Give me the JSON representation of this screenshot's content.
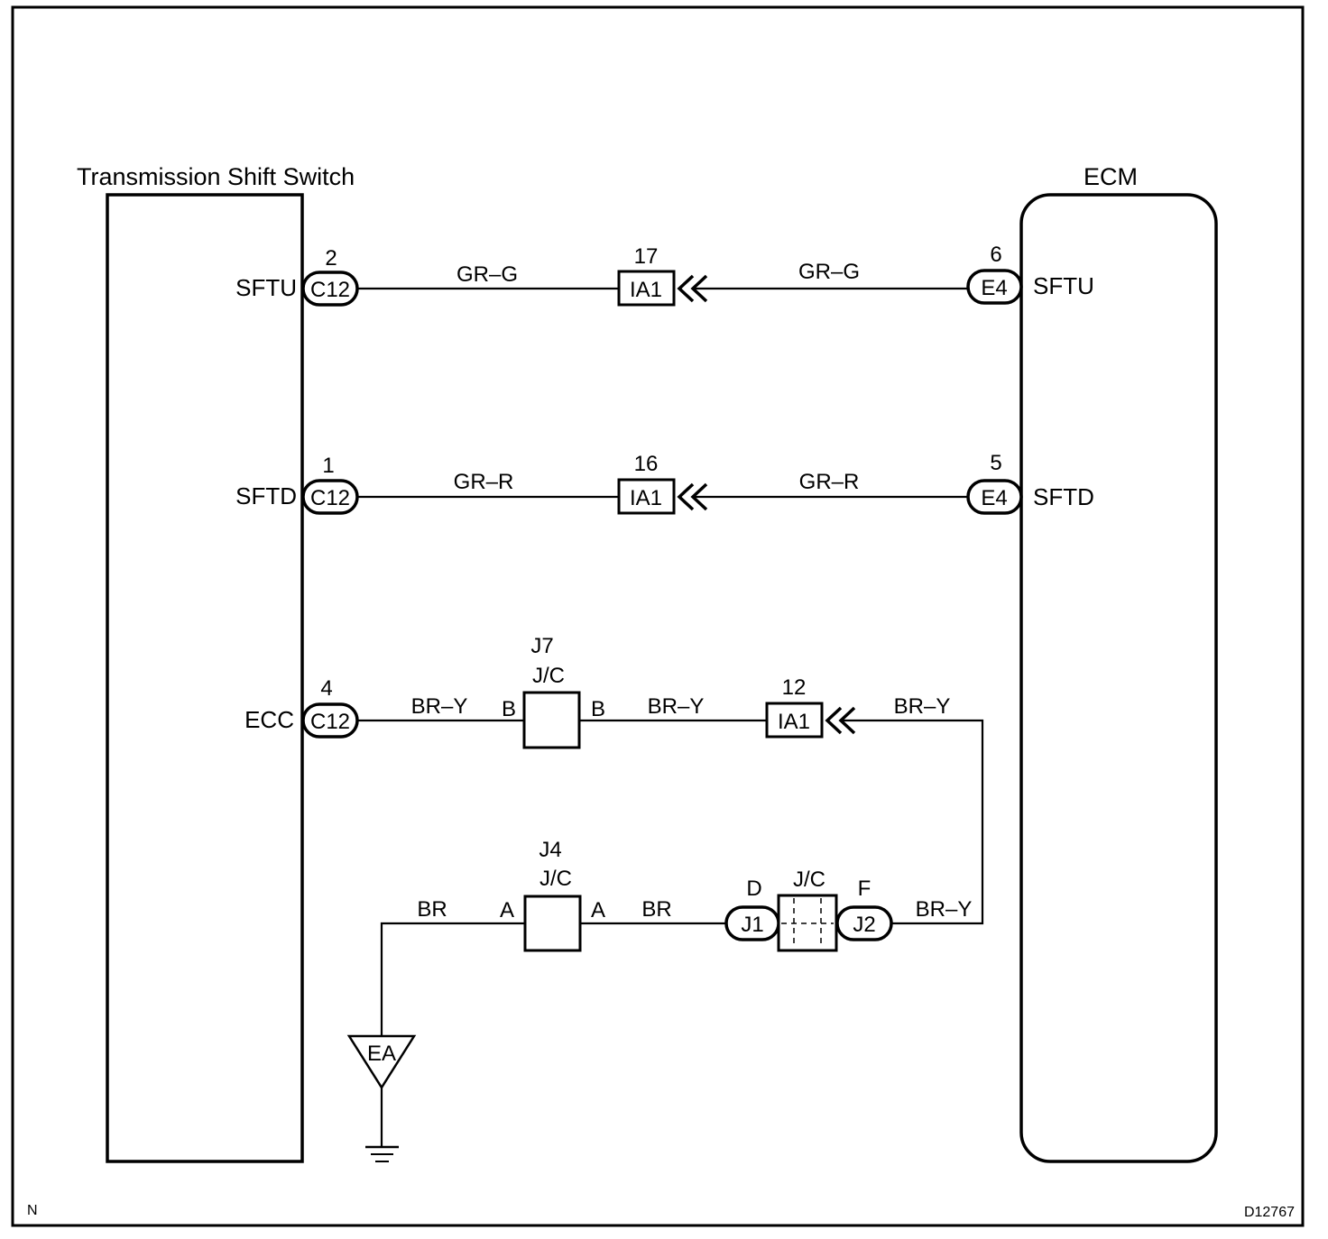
{
  "components": {
    "switch_title": "Transmission Shift Switch",
    "ecm_title": "ECM"
  },
  "switch_pins": {
    "sftu_label": "SFTU",
    "sftu_pin": "2",
    "sftu_conn": "C12",
    "sftd_label": "SFTD",
    "sftd_pin": "1",
    "sftd_conn": "C12",
    "ecc_label": "ECC",
    "ecc_pin": "4",
    "ecc_conn": "C12"
  },
  "ecm_pins": {
    "sftu_label": "SFTU",
    "sftu_pin": "6",
    "sftu_conn": "E4",
    "sftd_label": "SFTD",
    "sftd_pin": "5",
    "sftd_conn": "E4"
  },
  "wires": {
    "sftu_left": "GR–G",
    "sftu_right": "GR–G",
    "sftd_left": "GR–R",
    "sftd_right": "GR–R",
    "ecc_left": "BR–Y",
    "ecc_mid": "BR–Y",
    "ecc_right": "BR–Y",
    "ground_left": "BR",
    "ground_mid": "BR",
    "ground_right": "BR–Y"
  },
  "inline_connectors": {
    "sftu_pin": "17",
    "sftu_conn": "IA1",
    "sftd_pin": "16",
    "sftd_conn": "IA1",
    "ecc_pin": "12",
    "ecc_conn": "IA1"
  },
  "junctions": {
    "j7_name": "J7",
    "j7_type": "J/C",
    "j7_in": "B",
    "j7_out": "B",
    "j4_name": "J4",
    "j4_type": "J/C",
    "j4_in": "A",
    "j4_out": "A",
    "jc_type": "J/C",
    "jc_left_pin": "D",
    "jc_right_pin": "F",
    "j1_conn": "J1",
    "j2_conn": "J2"
  },
  "ground": {
    "point": "EA"
  },
  "footer": {
    "code_left": "N",
    "code_right": "D12767"
  }
}
